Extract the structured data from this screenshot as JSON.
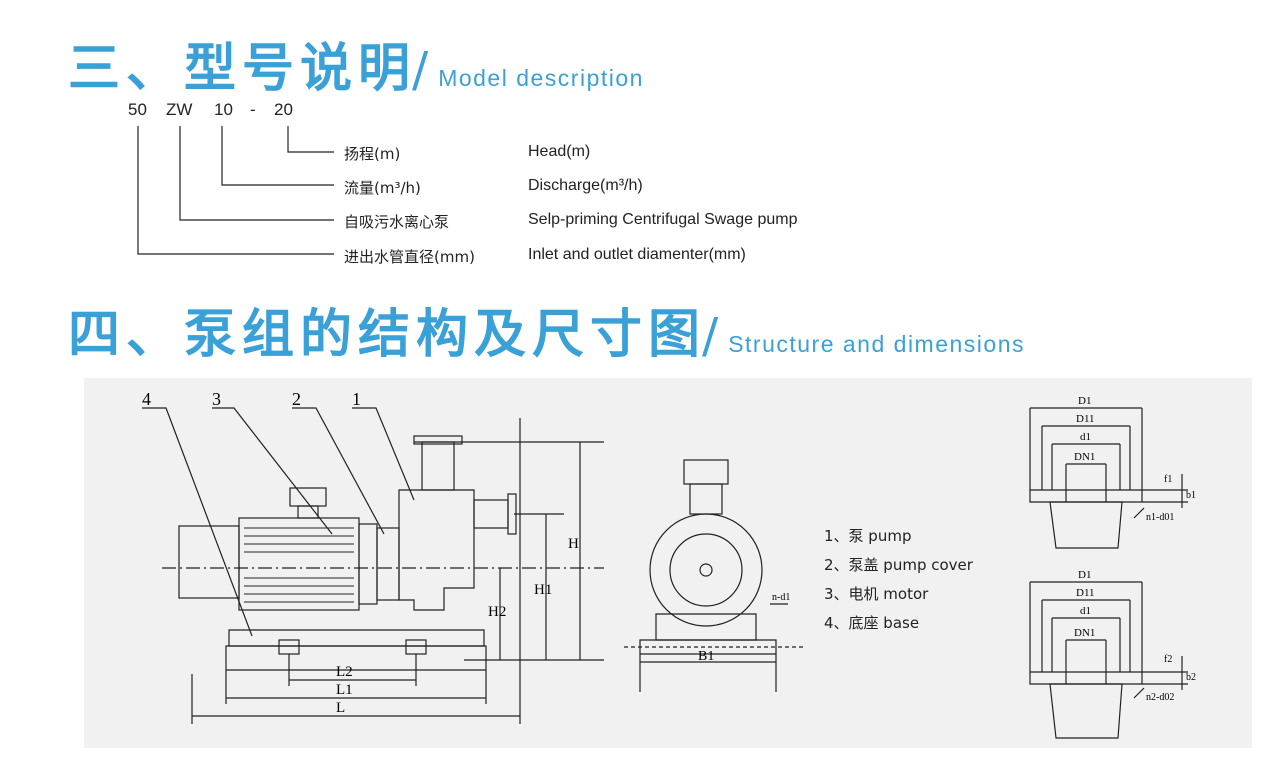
{
  "sections": {
    "model": {
      "cn": "三、型号说明",
      "slash": "/",
      "en": "Model description"
    },
    "structure": {
      "cn": "四、泵组的结构及尺寸图",
      "slash": "/",
      "en": "Structure and dimensions"
    }
  },
  "model_code": {
    "part1": "50",
    "part2": "ZW",
    "part3": "10",
    "dash": "-",
    "part4": "20"
  },
  "model_rows": [
    {
      "cn": "扬程(m)",
      "en": "Head(m)"
    },
    {
      "cn": "流量(m³/h)",
      "en": "Discharge(m³/h)"
    },
    {
      "cn": "自吸污水离心泵",
      "en": "Selp-priming Centrifugal Swage pump"
    },
    {
      "cn": "进出水管直径(mm)",
      "en": "Inlet and outlet diamenter(mm)"
    }
  ],
  "legend": [
    "1、泵 pump",
    "2、泵盖 pump cover",
    "3、电机 motor",
    "4、底座 base"
  ],
  "drawing_labels": {
    "part_numbers": [
      "4",
      "3",
      "2",
      "1"
    ],
    "L": "L",
    "L1": "L1",
    "L2": "L2",
    "H": "H",
    "H1": "H1",
    "H2": "H2",
    "B1": "B1",
    "nd1": "n-d1",
    "D1": "D1",
    "D11": "D11",
    "d1": "d1",
    "DN1": "DN1",
    "f1": "f1",
    "b1": "b1",
    "n1d01": "n1-d01",
    "f2": "f2",
    "b2": "b2",
    "n2d02": "n2-d02"
  },
  "colors": {
    "accent": "#3aa0d8",
    "drawing_bg": "#f1f1f1",
    "line": "#222222"
  }
}
